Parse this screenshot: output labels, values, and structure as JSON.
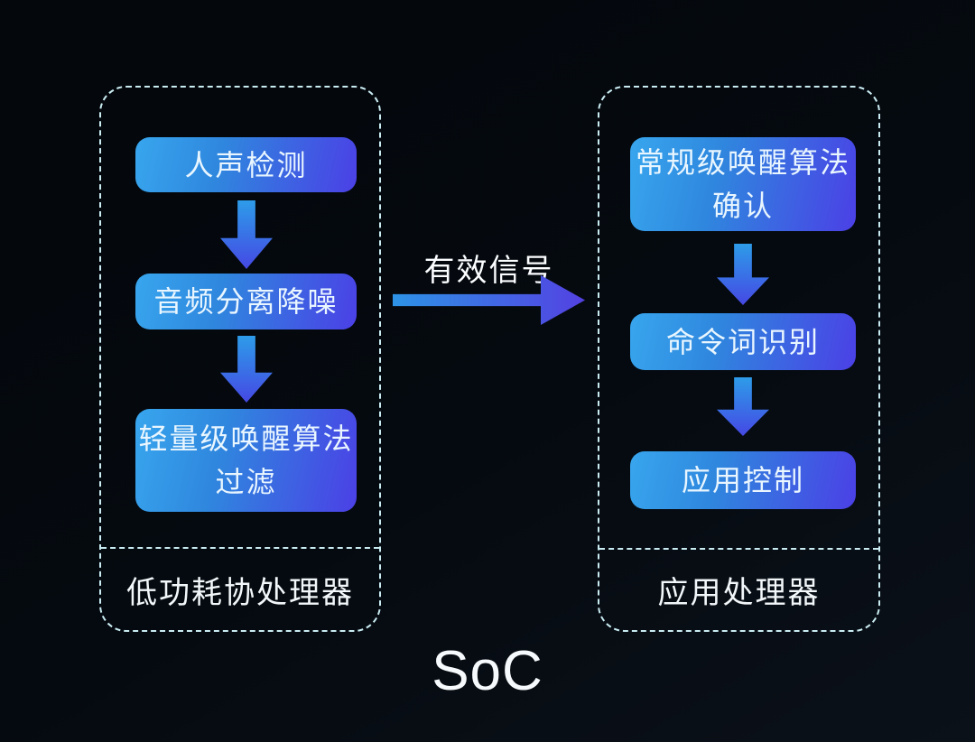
{
  "theme": {
    "bg-a": "#04070b",
    "bg-b": "#050a10",
    "bg-c": "#0b1119",
    "dash-border": "#c9ecf2",
    "node-a": "#38a6ee",
    "node-b": "#2f87de",
    "node-c": "#4b40e6",
    "node-text": "#e9f6ff",
    "label-text": "#f2f7fa",
    "varrow-a": "#2d9ce9",
    "varrow-b": "#4548e4",
    "harrow-a": "#2d93e6",
    "harrow-b": "#5341e2"
  },
  "diagram": {
    "soc_label": "SoC",
    "signal_arrow_label": "有效信号",
    "left_panel": {
      "label": "低功耗协处理器",
      "nodes": [
        {
          "label": "人声检测"
        },
        {
          "label": "音频分离降噪"
        },
        {
          "label": "轻量级唤醒算法\n过滤"
        }
      ]
    },
    "right_panel": {
      "label": "应用处理器",
      "nodes": [
        {
          "label": "常规级唤醒算法\n确认"
        },
        {
          "label": "命令词识别"
        },
        {
          "label": "应用控制"
        }
      ]
    }
  }
}
